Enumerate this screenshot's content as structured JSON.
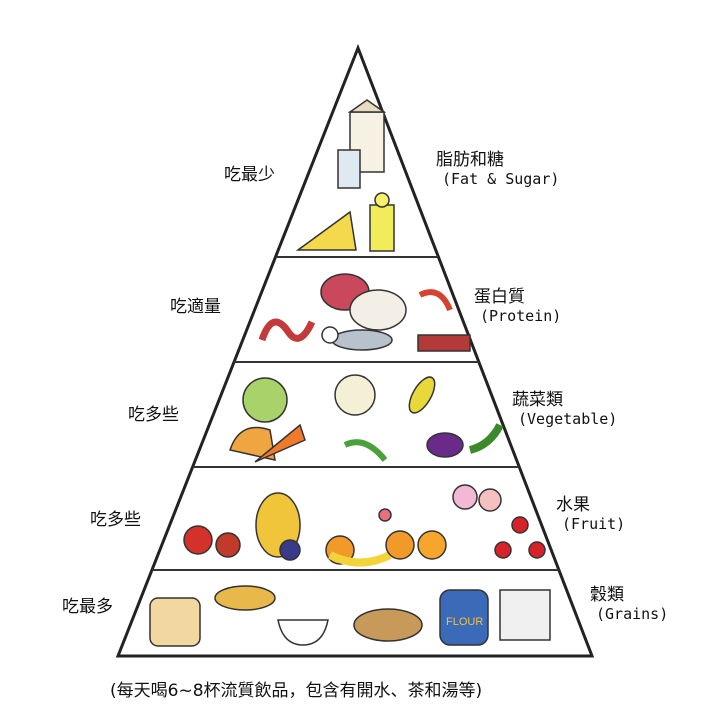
{
  "tiers": [
    {
      "amount": "吃最少",
      "name_zh": "脂肪和糖",
      "name_en": "(Fat & Sugar)"
    },
    {
      "amount": "吃適量",
      "name_zh": "蛋白質",
      "name_en": "(Protein)"
    },
    {
      "amount": "吃多些",
      "name_zh": "蔬菜類",
      "name_en": "(Vegetable)"
    },
    {
      "amount": "吃多些",
      "name_zh": "水果",
      "name_en": "(Fruit)"
    },
    {
      "amount": "吃最多",
      "name_zh": "穀類",
      "name_en": "(Grains)"
    }
  ],
  "footnote": "(每天喝6~8杯流質飲品，包含有開水、茶和湯等)",
  "flour_label": "FLOUR"
}
